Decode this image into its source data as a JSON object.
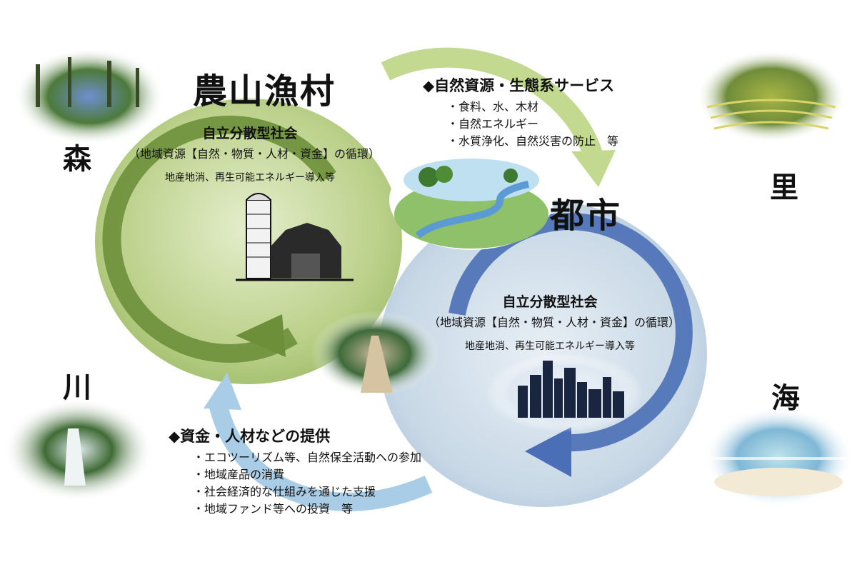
{
  "rural": {
    "title": "農山漁村",
    "system_title": "自立分散型社会",
    "system_subtitle": "（地域資源【自然・物質・人材・資金】の循環）",
    "note": "地産地消、再生可能エネルギー導入等"
  },
  "city": {
    "title": "都市",
    "system_title": "自立分散型社会",
    "system_subtitle": "（地域資源【自然・物質・人材・資金】の循環）",
    "note": "地産地消、再生可能エネルギー導入等"
  },
  "flow_to_city": {
    "heading": "◆自然資源・生態系サービス",
    "items": [
      "食料、水、木材",
      "自然エネルギー",
      "水質浄化、自然災害の防止　等"
    ]
  },
  "flow_to_rural": {
    "heading": "◆資金・人材などの提供",
    "items": [
      "エコツーリズム等、自然保全活動への参加",
      "地域産品の消費",
      "社会経済的な仕組みを通じた支援",
      "地域ファンド等への投資　等"
    ]
  },
  "labels": {
    "forest": "森",
    "village": "里",
    "river": "川",
    "sea": "海"
  },
  "colors": {
    "rural_fill": "#b9cf86",
    "rural_arrow": "#6d8f3a",
    "city_fill": "#c9d9ea",
    "city_arrow": "#4a6fb6",
    "flow_green": "#c2d98f",
    "flow_blue": "#a9cde6"
  }
}
